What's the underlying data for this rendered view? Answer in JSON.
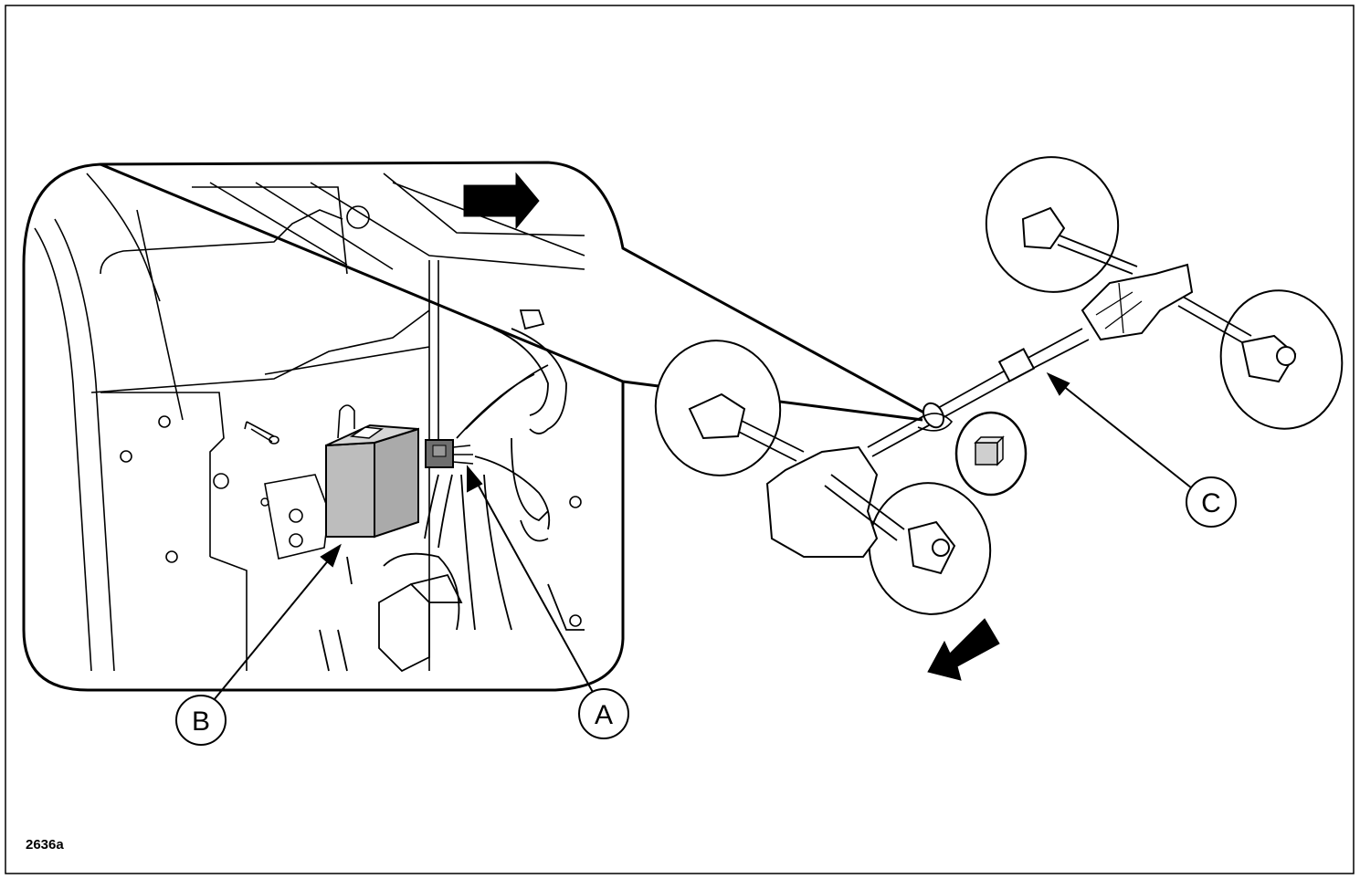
{
  "figure": {
    "id": "2636a"
  },
  "callouts": {
    "a": "A",
    "b": "B",
    "c": "C"
  },
  "colors": {
    "line": "#000000",
    "module_fill": "#bdbdbd",
    "connector_fill": "#6e6e6e",
    "sensor_fill": "#cfcfcf",
    "background": "#ffffff"
  }
}
